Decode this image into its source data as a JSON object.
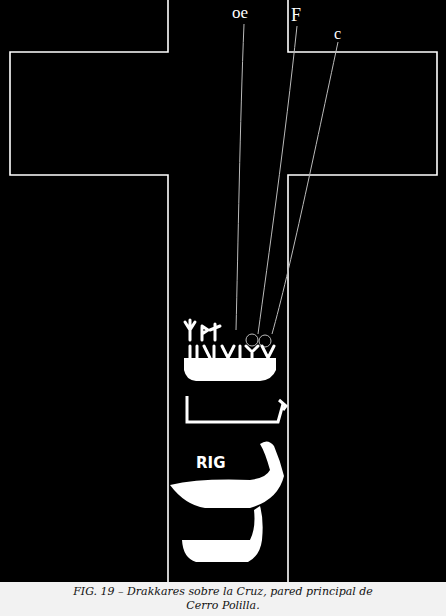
{
  "diagram": {
    "caption": "FIG. 19 – Drakkares sobre la Cruz, pared principal de Cerro Polilla.",
    "labels": [
      "oe",
      "F",
      "c",
      "RIG"
    ]
  }
}
